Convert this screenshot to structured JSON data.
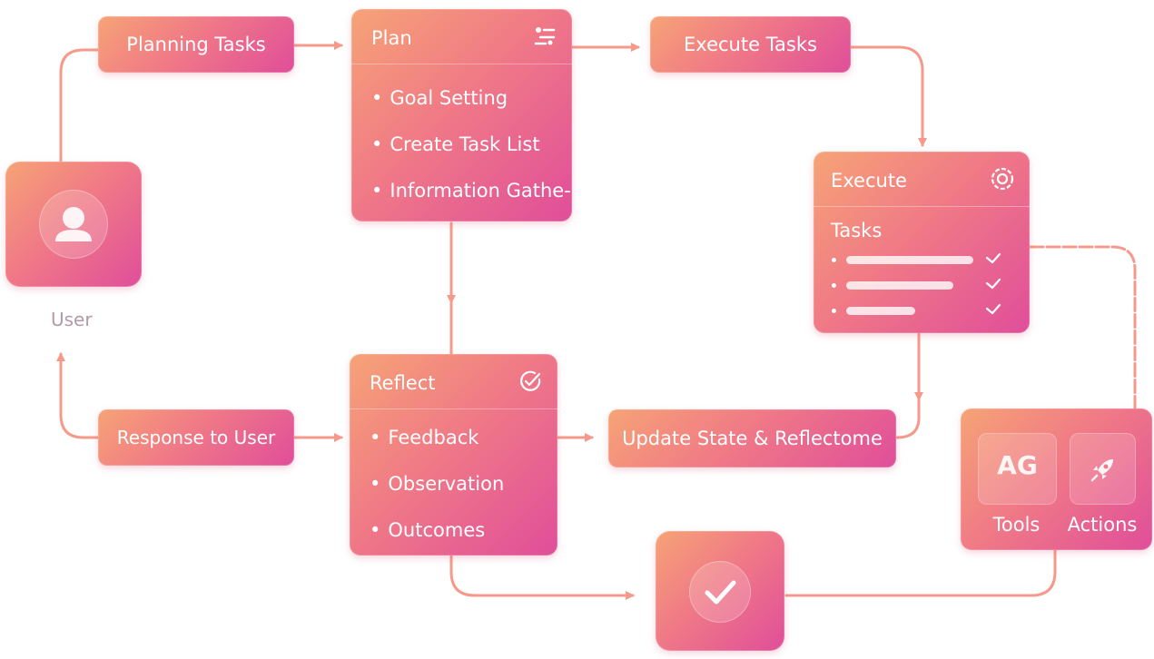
{
  "nodes": {
    "planning_tasks": "Planning Tasks",
    "plan": {
      "title": "Plan",
      "items": [
        "Goal Setting",
        "Create Task List",
        "Information Gathe-"
      ]
    },
    "execute_tasks": "Execute Tasks",
    "execute": {
      "title": "Execute",
      "subtitle": "Tasks"
    },
    "user": "User",
    "response_to_user": "Response to User",
    "reflect": {
      "title": "Reflect",
      "items": [
        "Feedback",
        "Observation",
        "Outcomes"
      ]
    },
    "update_state": "Update State & Reflectome",
    "tools_actions": {
      "tools_badge": "AG",
      "tools_label": "Tools",
      "actions_label": "Actions"
    }
  },
  "icons": {
    "plan": "sliders-list-icon",
    "execute": "gear-icon",
    "reflect": "check-circle-icon",
    "user": "user-icon",
    "done": "check-icon",
    "actions": "rocket-icon"
  },
  "colors": {
    "gradient_start": "#f6a376",
    "gradient_mid": "#f07a86",
    "gradient_end": "#e04e9a",
    "connector": "#f59a8a",
    "user_label": "#b39aa6"
  }
}
